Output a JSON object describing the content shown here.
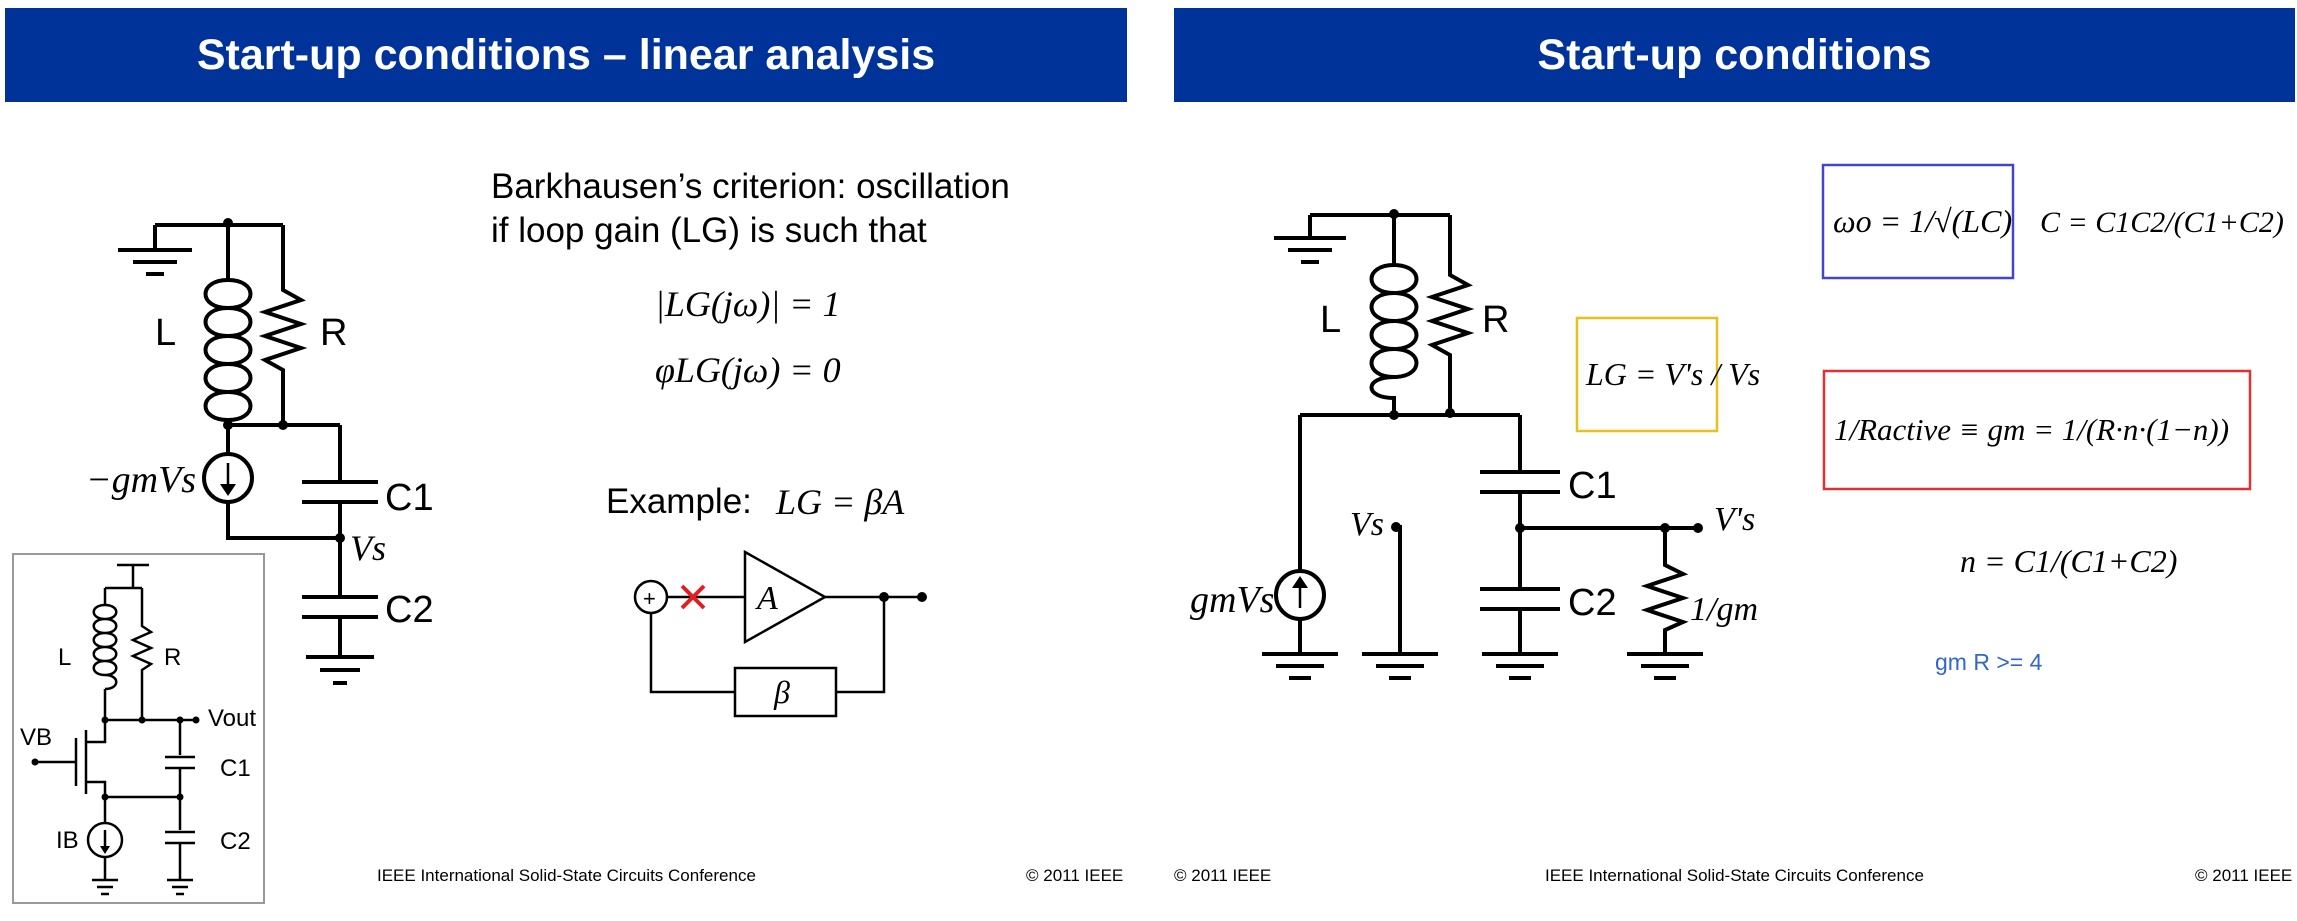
{
  "left_slide": {
    "title": "Start-up conditions – linear analysis",
    "criterion_line1": "Barkhausen’s criterion: oscillation",
    "criterion_line2": "if loop gain (LG) is such that",
    "eq_magnitude": "|LG(jω)| = 1",
    "eq_phase": "φLG(jω) = 0",
    "example_label": "Example:",
    "example_eq": "LG = βA",
    "amp_label": "A",
    "feedback_label": "β",
    "adder_label": "+",
    "main_circuit": {
      "inductor": "L",
      "resistor": "R",
      "source": "−gmVs",
      "cap1": "C1",
      "cap2": "C2",
      "node": "Vs"
    },
    "inset_circuit": {
      "inductor": "L",
      "resistor": "R",
      "vout": "Vout",
      "vb": "VB",
      "ib": "IB",
      "cap1": "C1",
      "cap2": "C2"
    },
    "footer_center": "IEEE International Solid-State Circuits Conference",
    "footer_right": "© 2011 IEEE"
  },
  "right_slide": {
    "title": "Start-up conditions",
    "circuit": {
      "inductor": "L",
      "resistor": "R",
      "source": "gmVs",
      "vs": "Vs",
      "vs_prime": "V's",
      "cap1": "C1",
      "cap2": "C2",
      "load": "1/gm"
    },
    "eq_lg": "LG = V's / Vs",
    "eq_omega": "ωo = 1/√(LC)",
    "eq_c": "C = C1C2/(C1+C2)",
    "eq_ractive": "1/Ractive ≡ gm = 1/(R·n·(1−n))",
    "eq_n": "n = C1/(C1+C2)",
    "note": "gm R >= 4",
    "footer_left": "© 2011 IEEE",
    "footer_center": "IEEE International Solid-State Circuits Conference",
    "footer_right": "© 2011 IEEE"
  },
  "colors": {
    "banner": "#003399",
    "omega_box": "#4444cc",
    "lg_box": "#e8c020",
    "ractive_box": "#e03030",
    "note": "#3366cc",
    "x_mark": "#e02020"
  }
}
